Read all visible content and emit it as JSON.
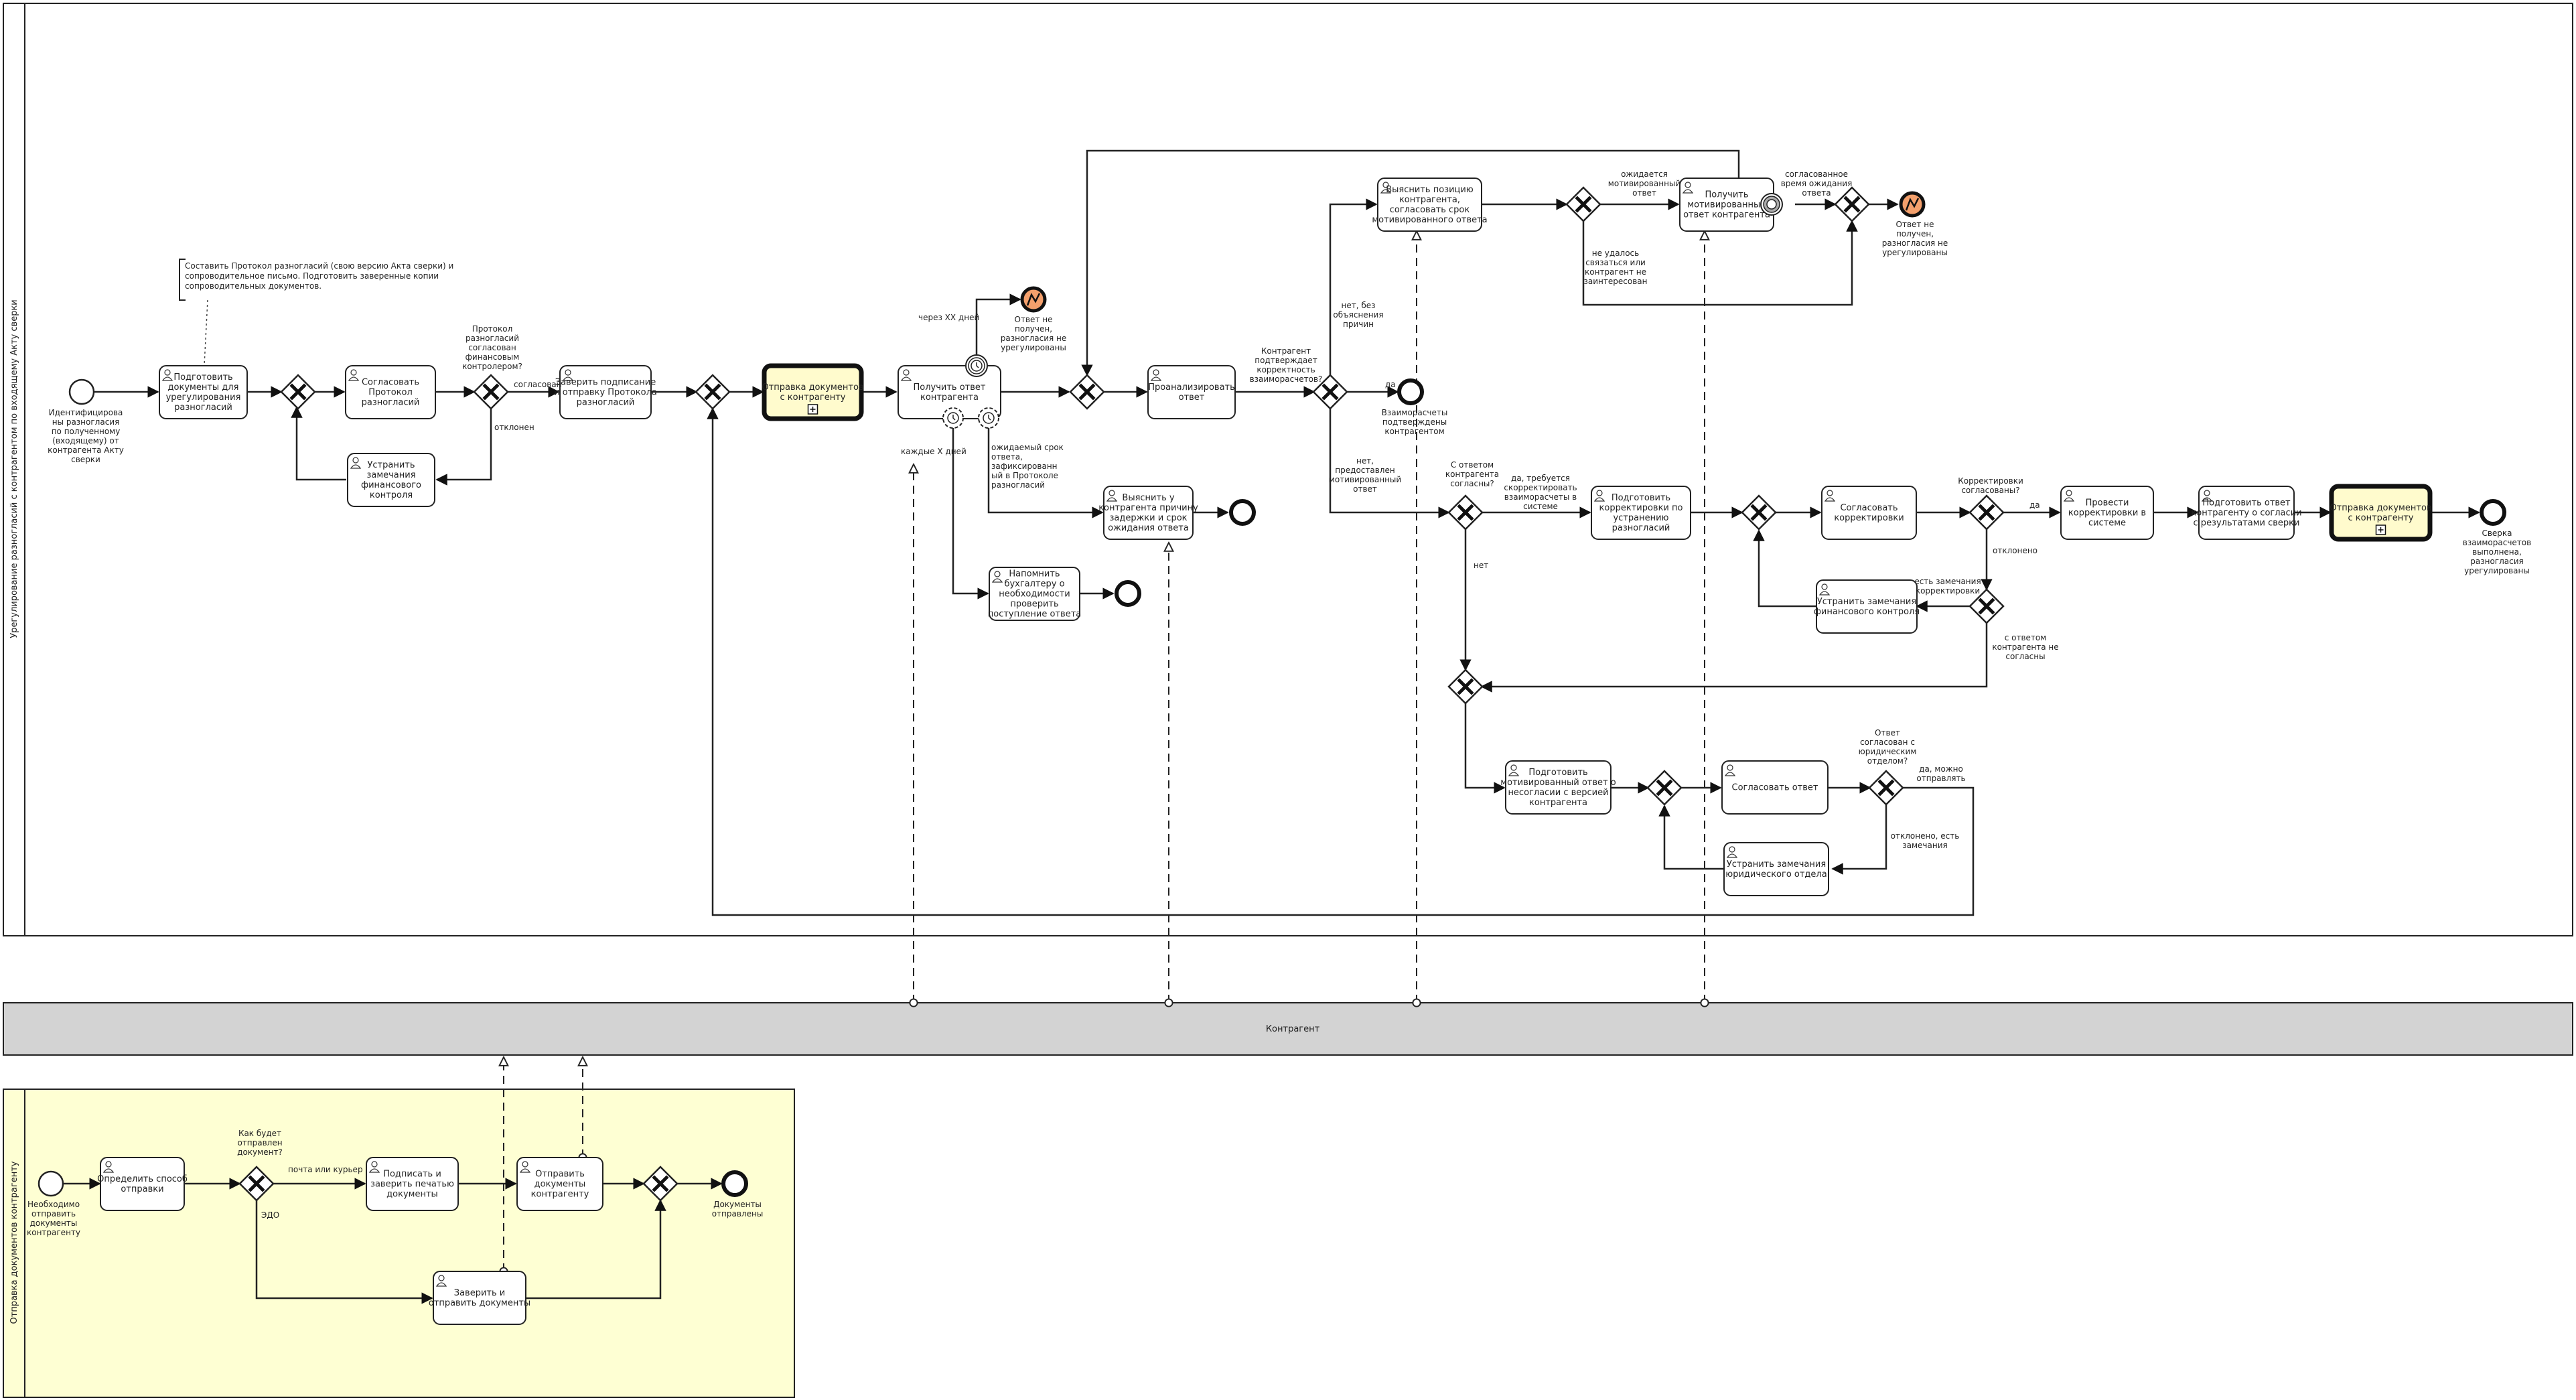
{
  "pools": {
    "main": "Урегулирование разногласий с контрагентом по входящему Акту сверки",
    "partner": "Контрагент",
    "send": "Отправка документов контрагенту"
  },
  "tasks": {
    "t1": [
      "Подготовить",
      "документы для",
      "урегулирования",
      "разногласий"
    ],
    "t2": [
      "Согласовать",
      "Протокол",
      "разногласий"
    ],
    "t3": [
      "Устранить",
      "замечания",
      "финансового",
      "контроля"
    ],
    "t4": [
      "Заверить подписание",
      "и отправку Протокола",
      "разногласий"
    ],
    "t5": [
      "Отправка документов",
      "с контрагенту"
    ],
    "t6": [
      "Получить ответ",
      "контрагента"
    ],
    "t7": [
      "Проанализировать",
      "ответ"
    ],
    "t8": [
      "Выяснить у",
      "контрагента причину",
      "задержки и срок",
      "ожидания ответа"
    ],
    "t9": [
      "Напомнить",
      "бухгалтеру о",
      "необходимости",
      "проверить",
      "поступление ответа"
    ],
    "t10": [
      "Выяснить позицию",
      "контрагента,",
      "согласовать срок",
      "мотивированного ответа"
    ],
    "t11": [
      "Получить",
      "мотивированный",
      "ответ контрагента"
    ],
    "t12": [
      "Подготовить",
      "корректировки по",
      "устранению",
      "разногласий"
    ],
    "t13": [
      "Согласовать",
      "корректировки"
    ],
    "t14": [
      "Устранить замечания",
      "финансового контроля"
    ],
    "t15": [
      "Провести",
      "корректировки в",
      "системе"
    ],
    "t16": [
      "Подготовить ответ",
      "контрагенту о согласии",
      "с результатами сверки"
    ],
    "t17": [
      "Отправка документов",
      "с контрагенту"
    ],
    "t18": [
      "Подготовить",
      "мотивированный ответ о",
      "несогласии с версией",
      "контрагента"
    ],
    "t19": [
      "Согласовать ответ"
    ],
    "t20": [
      "Устранить замечания",
      "юридического отдела"
    ],
    "s1": [
      "Определить способ",
      "отправки"
    ],
    "s2": [
      "Подписать и",
      "заверить печатью",
      "документы"
    ],
    "s3": [
      "Отправить",
      "документы",
      "контрагенту"
    ],
    "s4": [
      "Заверить и",
      "отправить документы"
    ]
  },
  "labels": {
    "start1": [
      "Идентифицирова",
      "ны разногласия",
      "по полученному",
      "(входящему) от",
      "контрагента Акту",
      "сверки"
    ],
    "annotation": [
      "Составить Протокол разногласий (свою версию Акта сверки) и",
      "сопроводительное письмо. Подготовить заверенные копии",
      "сопроводительных документов."
    ],
    "q_fin": [
      "Протокол",
      "разногласий",
      "согласован",
      "финансовым",
      "контролером?"
    ],
    "agreed": "согласован",
    "rejected": "отклонен",
    "through_xx": "через ХХ дней",
    "err1": [
      "Ответ не",
      "получен,",
      "разногласия не",
      "урегулированы"
    ],
    "every_x": "каждые Х дней",
    "wait_fixed": [
      "ожидаемый срок",
      "ответа,",
      "зафиксированн",
      "ый в Протоколе",
      "разногласий"
    ],
    "q_confirm": [
      "Контрагент",
      "подтверждает",
      "корректность",
      "взаиморасчетов?"
    ],
    "yes": "да",
    "end_confirmed": [
      "Взаиморасчеты",
      "подтверждены",
      "контрагентом"
    ],
    "no_reason": [
      "нет, без",
      "объяснения",
      "причин"
    ],
    "no_motivated": [
      "нет,",
      "предоставлен",
      "мотивированный",
      "ответ"
    ],
    "awaiting": [
      "ожидается",
      "мотивированный",
      "ответ"
    ],
    "agreed_time": [
      "согласованное",
      "время ожидания",
      "ответа"
    ],
    "err2": [
      "Ответ не",
      "получен,",
      "разногласия не",
      "урегулированы"
    ],
    "not_reached": [
      "не удалось",
      "связаться или",
      "контрагент не",
      "заинтересован"
    ],
    "q_agree": [
      "С ответом",
      "контрагента",
      "согласны?"
    ],
    "yes_adjust": [
      "да, требуется",
      "скорректировать",
      "взаиморасчеты в",
      "системе"
    ],
    "no": "нет",
    "q_corr": [
      "Корректировки",
      "согласованы?"
    ],
    "yes2": "да",
    "rejected2": "отклонено",
    "has_remarks": [
      "есть замечания",
      "корректировки"
    ],
    "disagree": [
      "с ответом",
      "контрагента не",
      "согласны"
    ],
    "end_done": [
      "Сверка",
      "взаиморасчетов",
      "выполнена,",
      "разногласия",
      "урегулированы"
    ],
    "q_legal": [
      "Ответ",
      "согласован с",
      "юридическим",
      "отделом?"
    ],
    "yes_send": [
      "да, можно",
      "отправлять"
    ],
    "rejected_remarks": [
      "отклонено, есть",
      "замечания"
    ],
    "start2": [
      "Необходимо",
      "отправить",
      "документы",
      "контрагенту"
    ],
    "q_how": [
      "Как будет",
      "отправлен",
      "документ?"
    ],
    "mail": "почта или курьер",
    "edo": "ЭДО",
    "end_sent": [
      "Документы",
      "отправлены"
    ]
  },
  "colors": {
    "subprocess_fill": "#fffbcd",
    "send_pool_fill": "#feffd3",
    "partner_pool_fill": "#d3d3d3",
    "error_event": "#f4a06c"
  }
}
